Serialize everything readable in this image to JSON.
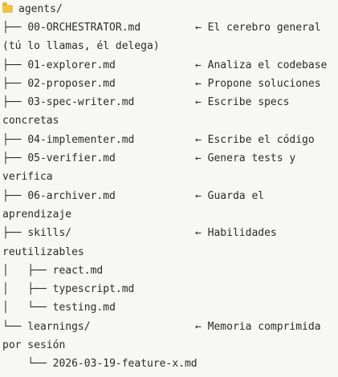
{
  "tree": {
    "root_icon": "folder-icon",
    "root_name": "agents/",
    "lines": [
      {
        "prefix": "├── ",
        "name": "00-ORCHESTRATOR.md",
        "comment": "← El cerebro general",
        "cont": "(tú lo llamas, él delega)"
      },
      {
        "prefix": "├── ",
        "name": "01-explorer.md",
        "comment": "← Analiza el codebase",
        "cont": ""
      },
      {
        "prefix": "├── ",
        "name": "02-proposer.md",
        "comment": "← Propone soluciones",
        "cont": ""
      },
      {
        "prefix": "├── ",
        "name": "03-spec-writer.md",
        "comment": "← Escribe specs",
        "cont": "concretas"
      },
      {
        "prefix": "├── ",
        "name": "04-implementer.md",
        "comment": "← Escribe el código",
        "cont": ""
      },
      {
        "prefix": "├── ",
        "name": "05-verifier.md",
        "comment": "← Genera tests y",
        "cont": "verifica"
      },
      {
        "prefix": "├── ",
        "name": "06-archiver.md",
        "comment": "← Guarda el",
        "cont": "aprendizaje"
      },
      {
        "prefix": "├── ",
        "name": "skills/",
        "comment": "← Habilidades",
        "cont": "reutilizables"
      },
      {
        "prefix": "│   ├── ",
        "name": "react.md",
        "comment": "",
        "cont": ""
      },
      {
        "prefix": "│   ├── ",
        "name": "typescript.md",
        "comment": "",
        "cont": ""
      },
      {
        "prefix": "│   └── ",
        "name": "testing.md",
        "comment": "",
        "cont": ""
      },
      {
        "prefix": "└── ",
        "name": "learnings/",
        "comment": "← Memoria comprimida",
        "cont": "por sesión"
      },
      {
        "prefix": "    └── ",
        "name": "2026-03-19-feature-x.md",
        "comment": "",
        "cont": ""
      }
    ]
  }
}
